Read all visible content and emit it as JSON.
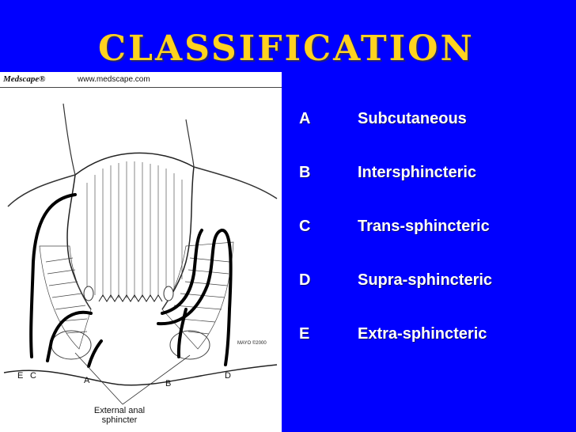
{
  "slide": {
    "title": "CLASSIFICATION"
  },
  "figure": {
    "brand": "Medscape®",
    "url": "www.medscape.com",
    "labels": [
      "E",
      "C",
      "A",
      "B",
      "D"
    ],
    "stamp": "MAYO ©2000",
    "caption": "External anal sphincter"
  },
  "classification": [
    {
      "letter": "A",
      "label": "Subcutaneous"
    },
    {
      "letter": "B",
      "label": "Intersphincteric"
    },
    {
      "letter": "C",
      "label": "Trans-sphincteric"
    },
    {
      "letter": "D",
      "label": "Supra-sphincteric"
    },
    {
      "letter": "E",
      "label": "Extra-sphincteric"
    }
  ],
  "colors": {
    "background": "#0000FF",
    "title": "#FFD21F",
    "text": "#FFFFFF"
  }
}
